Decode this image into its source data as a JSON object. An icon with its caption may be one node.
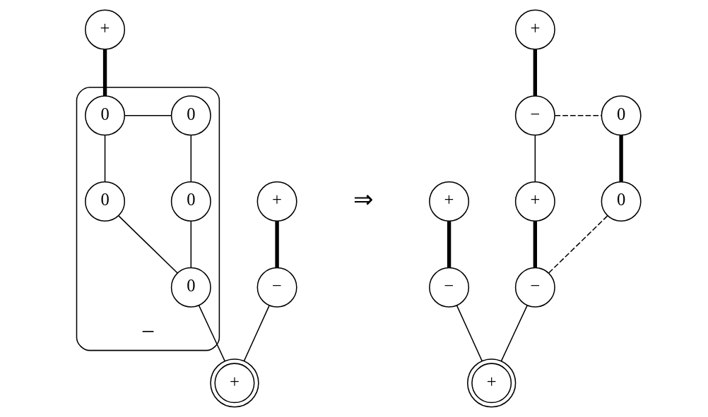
{
  "diagram": {
    "nodes": [
      {
        "text": [
          "+"
        ]
      },
      {
        "text": [
          "−"
        ]
      },
      {
        "text": [
          "0"
        ],
        "in": 1
      },
      {
        "text": [
          "0"
        ],
        "in": 1
      },
      {
        "text": [
          "0"
        ],
        "in": 1
      },
      {
        "text": [
          "0"
        ],
        "in": 1
      },
      {
        "text": [
          "0"
        ],
        "in": 1
      },
      {
        "text": [
          "+"
        ]
      },
      {
        "text": [
          "−"
        ]
      },
      {
        "text": [
          "+"
        ]
      },
      {
        "text": [
          "+"
        ]
      },
      {
        "text": [
          "−"
        ]
      },
      {
        "text": [
          "0"
        ]
      },
      {
        "text": [
          "+"
        ]
      },
      {
        "text": [
          "+"
        ]
      },
      {
        "text": [
          "0"
        ]
      },
      {
        "text": [
          "−"
        ]
      },
      {
        "text": [
          "−"
        ]
      },
      {
        "text": [
          "+"
        ]
      }
    ],
    "edges": [
      {
        "from": 0,
        "to": 2,
        "arrow": "none",
        "style": "thick"
      },
      {
        "from": 2,
        "to": 3,
        "arrow": "none"
      },
      {
        "from": 2,
        "to": 4,
        "arrow": "none"
      },
      {
        "from": 3,
        "to": 5,
        "arrow": "none"
      },
      {
        "from": 4,
        "to": 6,
        "arrow": "none"
      },
      {
        "from": 5,
        "to": 6,
        "arrow": "none"
      },
      {
        "from": 7,
        "to": 8,
        "arrow": "none",
        "style": "thick"
      },
      {
        "from": 8,
        "to": 9,
        "arrow": "none"
      },
      {
        "from": 6,
        "to": 9,
        "arrow": "none"
      },
      {
        "from": 10,
        "to": 11,
        "arrow": "none",
        "style": "thick"
      },
      {
        "from": 11,
        "to": 12,
        "arrow": "none",
        "style": "dashed"
      },
      {
        "from": 12,
        "to": 15,
        "arrow": "none",
        "style": "thick"
      },
      {
        "from": 11,
        "to": 14,
        "arrow": "none"
      },
      {
        "from": 14,
        "to": 17,
        "arrow": "none",
        "style": "thick"
      },
      {
        "from": 15,
        "to": 17,
        "arrow": "none",
        "style": "dashed"
      },
      {
        "from": 13,
        "to": 16,
        "arrow": "none",
        "style": "thick"
      },
      {
        "from": 16,
        "to": 18,
        "arrow": "none"
      },
      {
        "from": 17,
        "to": 18,
        "arrow": "none"
      }
    ],
    "labels": [
      "⇒"
    ]
  }
}
